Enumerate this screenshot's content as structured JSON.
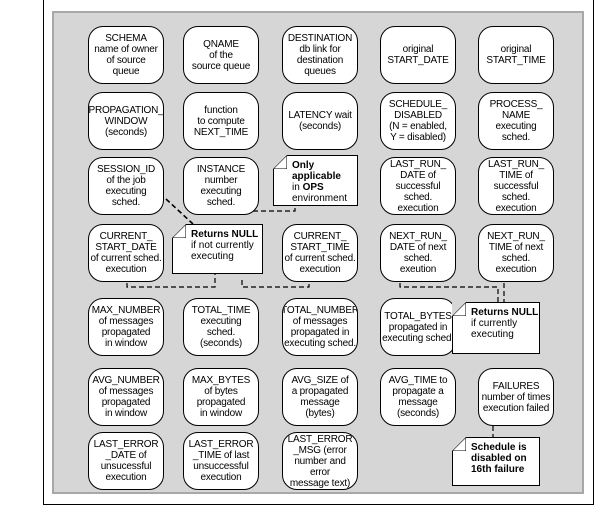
{
  "boxes": [
    {
      "id": "schema",
      "lines": [
        "SCHEMA",
        "name of owner",
        "of source",
        "queue"
      ]
    },
    {
      "id": "qname",
      "lines": [
        "QNAME",
        "of the",
        "source queue"
      ]
    },
    {
      "id": "destination",
      "lines": [
        "DESTINATION",
        "db link for",
        "destination",
        "queues"
      ]
    },
    {
      "id": "start-date",
      "lines": [
        "original",
        "START_DATE"
      ]
    },
    {
      "id": "start-time",
      "lines": [
        "original",
        "START_TIME"
      ]
    },
    {
      "id": "propagation-window",
      "lines": [
        "PROPAGATION_",
        "WINDOW",
        "(seconds)"
      ]
    },
    {
      "id": "next-time",
      "lines": [
        "function",
        "to compute",
        "NEXT_TIME"
      ]
    },
    {
      "id": "latency",
      "lines": [
        "LATENCY wait",
        "(seconds)"
      ]
    },
    {
      "id": "schedule-disabled",
      "lines": [
        "SCHEDULE_",
        "DISABLED",
        "(N = enabled,",
        "Y = disabled)"
      ]
    },
    {
      "id": "process-name",
      "lines": [
        "PROCESS_",
        "NAME",
        "executing",
        "sched."
      ]
    },
    {
      "id": "session-id",
      "lines": [
        "SESSION_ID",
        "of the job",
        "executing",
        "sched."
      ]
    },
    {
      "id": "instance",
      "lines": [
        "INSTANCE",
        "number",
        "executing",
        "sched."
      ]
    },
    {
      "id": "last-run-date",
      "lines": [
        "LAST_RUN_",
        "DATE of",
        "successful sched.",
        "execution"
      ]
    },
    {
      "id": "last-run-time",
      "lines": [
        "LAST_RUN_",
        "TIME of",
        "successful sched.",
        "execution"
      ]
    },
    {
      "id": "current-start-date",
      "lines": [
        "CURRENT_",
        "START_DATE",
        "of current sched.",
        "execution"
      ]
    },
    {
      "id": "current-start-time",
      "lines": [
        "CURRENT_",
        "START_TIME",
        "of current sched.",
        "execution"
      ]
    },
    {
      "id": "next-run-date",
      "lines": [
        "NEXT_RUN_",
        "DATE of next",
        "sched.",
        "exeution"
      ]
    },
    {
      "id": "next-run-time",
      "lines": [
        "NEXT_RUN_",
        "TIME of next",
        "sched.",
        "execution"
      ]
    },
    {
      "id": "max-number",
      "lines": [
        "MAX_NUMBER",
        "of messages",
        "propagated",
        "in window"
      ]
    },
    {
      "id": "total-time",
      "lines": [
        "TOTAL_TIME",
        "executing",
        "sched.",
        "(seconds)"
      ]
    },
    {
      "id": "total-number",
      "lines": [
        "TOTAL_NUMBER",
        "of messages",
        "propagated in",
        "executing sched."
      ]
    },
    {
      "id": "total-bytes",
      "lines": [
        "TOTAL_BYTES",
        "propagated in",
        "executing sched."
      ]
    },
    {
      "id": "avg-number",
      "lines": [
        "AVG_NUMBER",
        "of messages",
        "propagated",
        "in window"
      ]
    },
    {
      "id": "max-bytes",
      "lines": [
        "MAX_BYTES",
        "of bytes",
        "propagated",
        "in window"
      ]
    },
    {
      "id": "avg-size",
      "lines": [
        "AVG_SIZE of",
        "a propagated",
        "message",
        "(bytes)"
      ]
    },
    {
      "id": "avg-time",
      "lines": [
        "AVG_TIME to",
        "propagate a",
        "message",
        "(seconds)"
      ]
    },
    {
      "id": "failures",
      "lines": [
        "FAILURES",
        "number of times",
        "execution failed"
      ]
    },
    {
      "id": "last-error-date",
      "lines": [
        "LAST_ERROR",
        "_DATE of",
        "unsucessful",
        "execution"
      ]
    },
    {
      "id": "last-error-time",
      "lines": [
        "LAST_ERROR",
        "_TIME of last",
        "unsuccessful",
        "execution"
      ]
    },
    {
      "id": "last-error-msg",
      "lines": [
        "LAST_ERROR",
        "_MSG (error",
        "number and error",
        "message text)"
      ]
    }
  ],
  "notes": [
    {
      "id": "ops-note",
      "lines": [
        {
          "t": "Only applicable",
          "b": true
        },
        {
          "t": "in ",
          "b": false,
          "t2": "OPS"
        },
        {
          "t": "environment",
          "b": false
        }
      ]
    },
    {
      "id": "null-not-executing-note",
      "lines": [
        {
          "t": "Returns NULL",
          "b": true
        },
        {
          "t": "if not currently",
          "b": false
        },
        {
          "t": "executing",
          "b": false
        }
      ]
    },
    {
      "id": "null-executing-note",
      "lines": [
        {
          "t": "Returns NULL",
          "b": true
        },
        {
          "t": "if currently",
          "b": false
        },
        {
          "t": "executing",
          "b": false
        }
      ]
    },
    {
      "id": "disabled-note",
      "lines": [
        {
          "t": "Schedule is",
          "b": true
        },
        {
          "t": "disabled on",
          "b": true
        },
        {
          "t": "16th failure",
          "b": true
        }
      ]
    }
  ]
}
